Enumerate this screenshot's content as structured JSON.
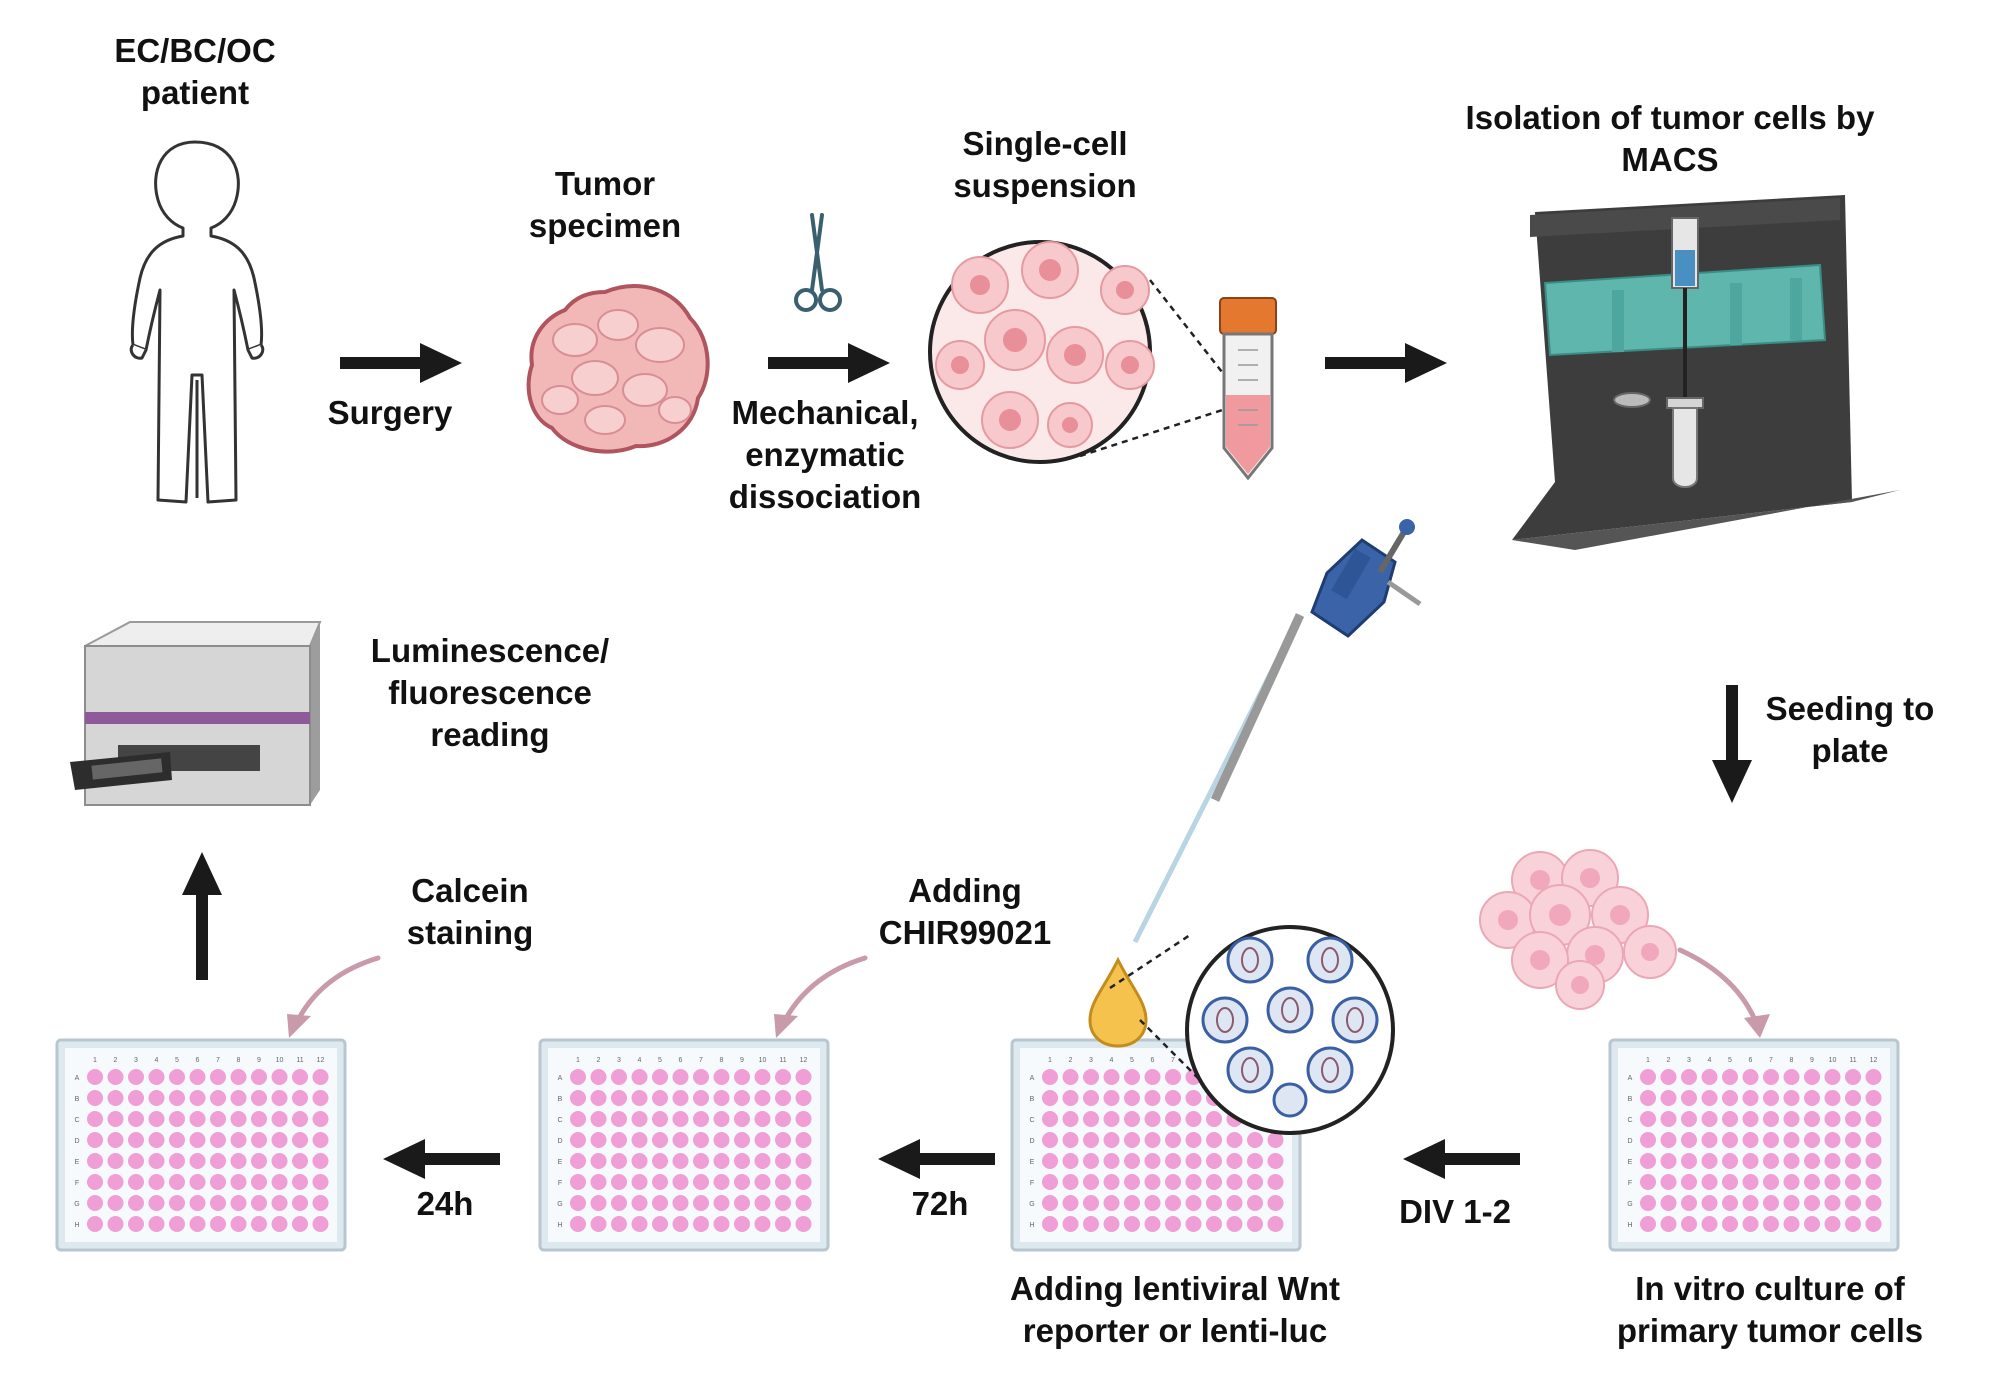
{
  "colors": {
    "arrow": "#1a1a1a",
    "tissue": "#f2b8b8",
    "cell_fill": "#f7c9cc",
    "nucleus": "#e88f99",
    "plate_well": "#ef9fd6",
    "plate_frame": "#dde9ef",
    "magnet_teal": "#5fb6ad",
    "stand_dark": "#474747",
    "tube_cap": "#e3782e",
    "pipette_blue": "#3b63a8",
    "drop_yellow": "#f4c24d",
    "curve_arrow": "#c99aaa",
    "reader_purple": "#8e5a9a"
  },
  "icons": [
    "child-outline-icon",
    "tumor-specimen-icon",
    "scissors-icon",
    "cell-suspension-circle-icon",
    "falcon-tube-icon",
    "macs-stand-icon",
    "pipette-icon",
    "droplet-icon",
    "lentivirus-circle-icon",
    "cell-cluster-icon",
    "well-plate-icon",
    "plate-reader-icon"
  ],
  "steps": {
    "patient": [
      "EC/BC/OC",
      "patient"
    ],
    "surgery": "Surgery",
    "tumor": [
      "Tumor",
      "specimen"
    ],
    "dissociation": [
      "Mechanical,",
      "enzymatic",
      "dissociation"
    ],
    "suspension": [
      "Single-cell",
      "suspension"
    ],
    "macs": [
      "Isolation of tumor cells by",
      "MACS"
    ],
    "seeding": [
      "Seeding to",
      "plate"
    ],
    "culture": [
      "In vitro culture of",
      "primary tumor cells"
    ],
    "div": "DIV 1-2",
    "lenti": [
      "Adding lentiviral Wnt",
      "reporter or lenti-luc"
    ],
    "chir": [
      "Adding",
      "CHIR99021"
    ],
    "h72": "72h",
    "calcein": [
      "Calcein",
      "staining"
    ],
    "h24": "24h",
    "reading": [
      "Luminescence/",
      "fluorescence",
      "reading"
    ]
  },
  "plate": {
    "columns": [
      "1",
      "2",
      "3",
      "4",
      "5",
      "6",
      "7",
      "8",
      "9",
      "10",
      "11",
      "12"
    ],
    "rows": [
      "A",
      "B",
      "C",
      "D",
      "E",
      "F",
      "G",
      "H"
    ]
  }
}
